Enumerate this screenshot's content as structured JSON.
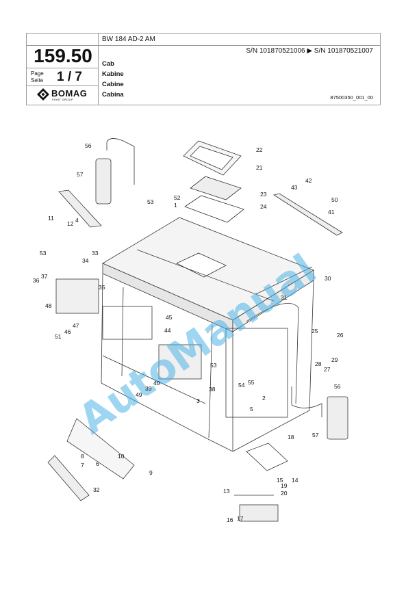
{
  "header": {
    "page_number": "159.50",
    "page_label_en": "Page",
    "page_label_de": "Seite",
    "page_fraction": "1 / 7",
    "brand": "BOMAG",
    "brand_sub": "FAYAT GROUP",
    "model": "BW 184 AD-2 AM",
    "serial_range": "S/N 101870521006  ▶  S/N 101870521007",
    "titles": [
      "Cab",
      "Kabine",
      "Cabine",
      "Cabina"
    ],
    "document_number": "87500350_001_00"
  },
  "watermark": "AutoManual",
  "diagram": {
    "callouts": [
      "1",
      "2",
      "3",
      "4",
      "5",
      "6",
      "7",
      "8",
      "9",
      "10",
      "11",
      "12",
      "13",
      "14",
      "15",
      "16",
      "17",
      "18",
      "19",
      "20",
      "21",
      "22",
      "23",
      "24",
      "25",
      "26",
      "27",
      "28",
      "29",
      "30",
      "31",
      "32",
      "33",
      "34",
      "35",
      "36",
      "37",
      "38",
      "39",
      "40",
      "41",
      "42",
      "43",
      "44",
      "45",
      "46",
      "47",
      "48",
      "49",
      "50",
      "51",
      "52",
      "53",
      "53",
      "53",
      "54",
      "55",
      "56",
      "56",
      "57",
      "57"
    ]
  }
}
